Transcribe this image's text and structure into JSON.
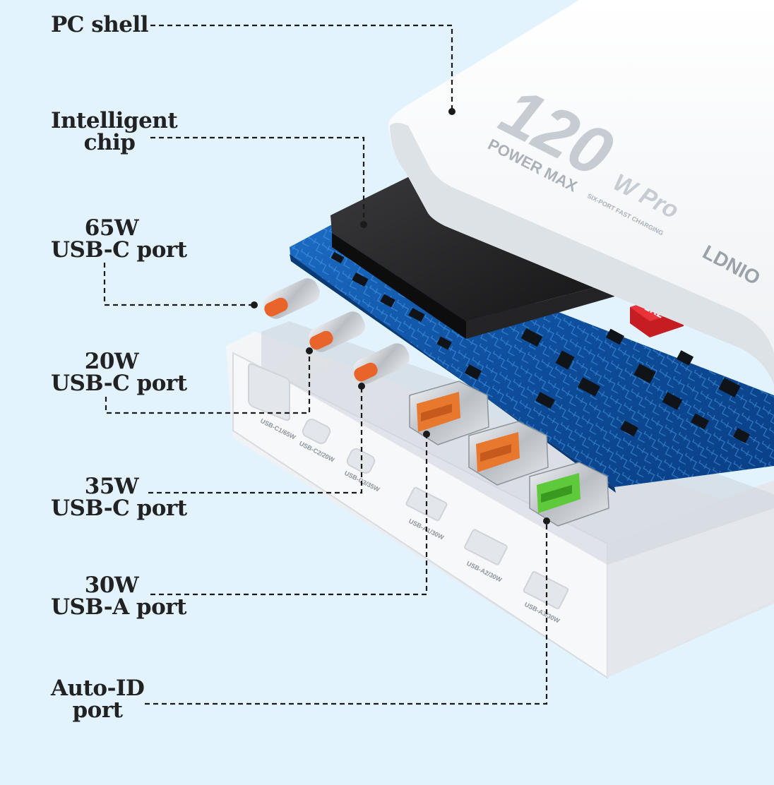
{
  "labels": {
    "pc_shell": "PC shell",
    "chip": [
      "Intelligent",
      "chip"
    ],
    "usbc65": [
      "65W",
      "USB-C port"
    ],
    "usbc20": [
      "20W",
      "USB-C port"
    ],
    "usbc35": [
      "35W",
      "USB-C port"
    ],
    "usba30": [
      "30W",
      "USB-A port"
    ],
    "autoid": [
      "Auto-ID",
      "port"
    ]
  },
  "product": {
    "model_number": "120",
    "model_suffix": "W Pro",
    "line": "POWER MAX",
    "tagline": "SIX-PORT FAST CHARGING",
    "brand": "LDNIO",
    "inductor": "2R2"
  },
  "port_labels": [
    "USB-C1/65W",
    "USB-C2/20W",
    "USB-C3/35W",
    "USB-A1/30W",
    "USB-A2/30W",
    "USB-A3/30W"
  ],
  "colors": {
    "background": "#e2f3fd",
    "pcb": "#0d4f9e",
    "usbc_tip": "#e8642a",
    "usba_tongue": "#e8782e",
    "autoid_tongue": "#5ec93a",
    "shell": "#ffffff",
    "leader": "#1a1a1a"
  }
}
